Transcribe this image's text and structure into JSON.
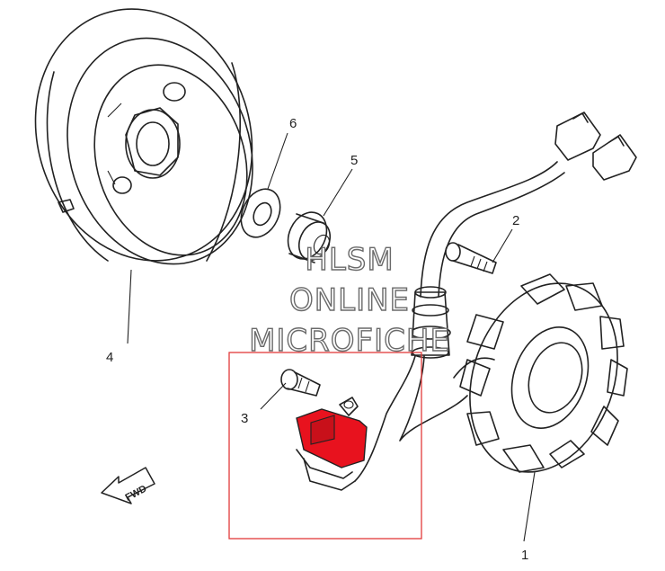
{
  "watermark": {
    "line1": "HLSM",
    "line2": "ONLINE",
    "line3": "MICROFICHE"
  },
  "callouts": {
    "stator": "1",
    "bolt": "2",
    "screw": "3",
    "rotor": "4",
    "nut": "5",
    "washer": "6"
  },
  "fwd_label": "FWD",
  "colors": {
    "highlight_fill": "#e8121e",
    "highlight_box": "#e23a3a",
    "line": "#222222"
  }
}
